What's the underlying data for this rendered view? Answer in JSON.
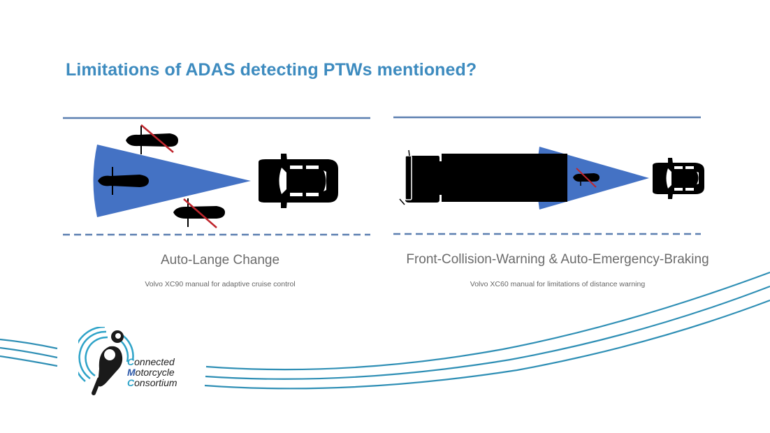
{
  "slide": {
    "title": "Limitations of ADAS detecting PTWs mentioned?"
  },
  "diagrams": [
    {
      "caption": "Auto-Lange Change",
      "source": "Volvo XC90 manual for adaptive cruise control",
      "detected_objects": [
        "motorcycle-in-beam"
      ],
      "undetected_objects": [
        "motorcycle-upper-lane",
        "motorcycle-lower-lane"
      ]
    },
    {
      "caption": "Front-Collision-Warning & Auto-Emergency-Braking",
      "source": "Volvo XC60 manual for limitations of distance warning",
      "detected_objects": [
        "truck"
      ],
      "undetected_objects": [
        "motorcycle-behind-truck"
      ]
    }
  ],
  "logo": {
    "line1_initial": "C",
    "line1_rest": "onnected",
    "line2_initial": "M",
    "line2_rest": "otorcycle",
    "line3_initial": "C",
    "line3_rest": "onsortium"
  },
  "colors": {
    "title": "#3d8bbf",
    "beam": "#4472c4",
    "lane_line": "#5b7fb0",
    "cross_out": "#c0262d",
    "swoosh": "#2f8fb5",
    "logo_accent": "#2ea3c8"
  }
}
